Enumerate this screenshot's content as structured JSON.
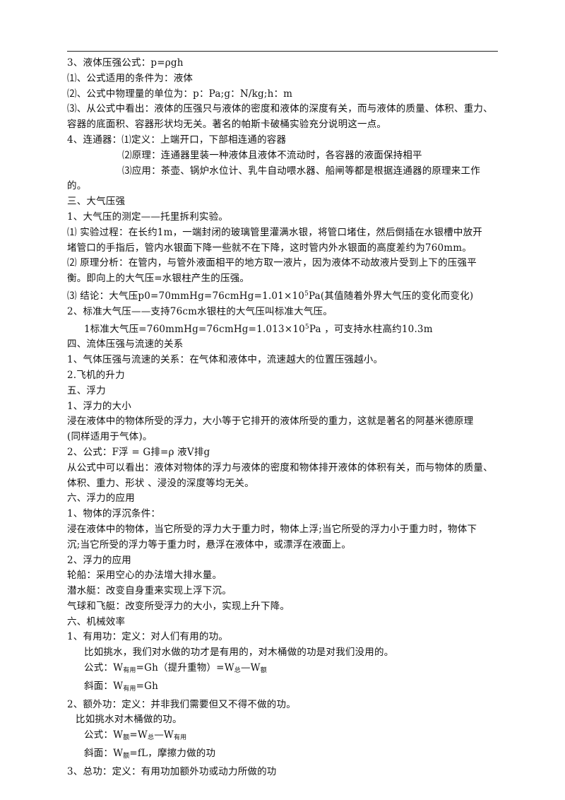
{
  "lines": [
    "3、液体压强公式：p=ρgh",
    "⑴、公式适用的条件为：液体",
    "⑵、公式中物理量的单位为：p：Pa;g：N/kg;h：m",
    "⑶、从公式中看出：液体的压强只与液体的密度和液体的深度有关，而与液体的质量、体积、重力、",
    "容器的底面积、容器形状均无关。著名的帕斯卡破桶实验充分说明这一点。",
    "4、连通器：⑴定义：上端开口，下部相连通的容器",
    "⑵原理：连通器里装一种液体且液体不流动时，各容器的液面保持相平",
    "⑶应用：茶壶、锅炉水位计、乳牛自动喂水器、船闸等都是根据连通器的原理来工作",
    "的。",
    "三、大气压强",
    "1、大气压的测定——托里拆利实验。",
    "⑴ 实验过程：在长约1m，一端封闭的玻璃管里灌满水银，将管口堵住，然后倒插在水银槽中放开",
    "堵管口的手指后，管内水银面下降一些就不在下降，这时管内外水银面的高度差约为760mm。",
    "⑵ 原理分析：在管内，与管外液面相平的地方取一液片，因为液体不动故液片受到上下的压强平",
    "衡。即向上的大气压=水银柱产生的压强。",
    "⑶ 结论：大气压p0=70mmHg=76cmHg=1.01×10",
    "5",
    "Pa(其值随着外界大气压的变化而变化)",
    "2、标准大气压——支持76cm水银柱的大气压叫标准大气压。",
    "1标准大气压=760mmHg=76cmHg=1.013×10",
    "5",
    "Pa ，可支持水柱高约10.3m",
    "四、流体压强与流速的关系",
    "1、气体压强与流速的关系：在气体和液体中，流速越大的位置压强越小。",
    "2.飞机的升力",
    "五、浮力",
    "1、浮力的大小",
    "浸在液体中的物体所受的浮力，大小等于它排开的液体所受的重力，这就是著名的阿基米德原理",
    "(同样适用于气体)。",
    "2、公式：F浮 = G排=ρ 液V排g",
    "从公式中可以看出：液体对物体的浮力与液体的密度和物体排开液体的体积有关，而与物体的质量、",
    "体积、重力、形状 、浸没的深度等均无关。",
    "六、浮力的应用",
    "1、物体的浮沉条件：",
    "浸在液体中的物体，当它所受的浮力大于重力时，物体上浮;当它所受的浮力小于重力时，物体下",
    "沉;当它所受的浮力等于重力时，悬浮在液体中，或漂浮在液面上。",
    "2、浮力的应用",
    "轮船：采用空心的办法增大排水量。",
    "潜水艇：改变自身重来实现上浮下沉。",
    "气球和飞艇：改变所受浮力的大小，实现上升下降。",
    "六、机械效率",
    "1、有用功：定义：对人们有用的功。",
    "比如挑水，我们对水做的功才是有用的，对木桶做的功是对我们没用的。",
    "公式：W",
    "有用",
    "=Gh（提升重物）=W",
    "总",
    "—W",
    "额",
    "斜面：W",
    "有用",
    "=Gh",
    "2、额外功：定义：并非我们需要但又不得不做的功。",
    "比如挑水对木桶做的功。",
    "公式：W",
    "额",
    "=W",
    "总",
    "—W",
    "有用",
    "斜面：W",
    "额",
    "=fL，摩擦力做的功",
    "3、总功：定义：有用功加额外功或动力所做的功"
  ]
}
